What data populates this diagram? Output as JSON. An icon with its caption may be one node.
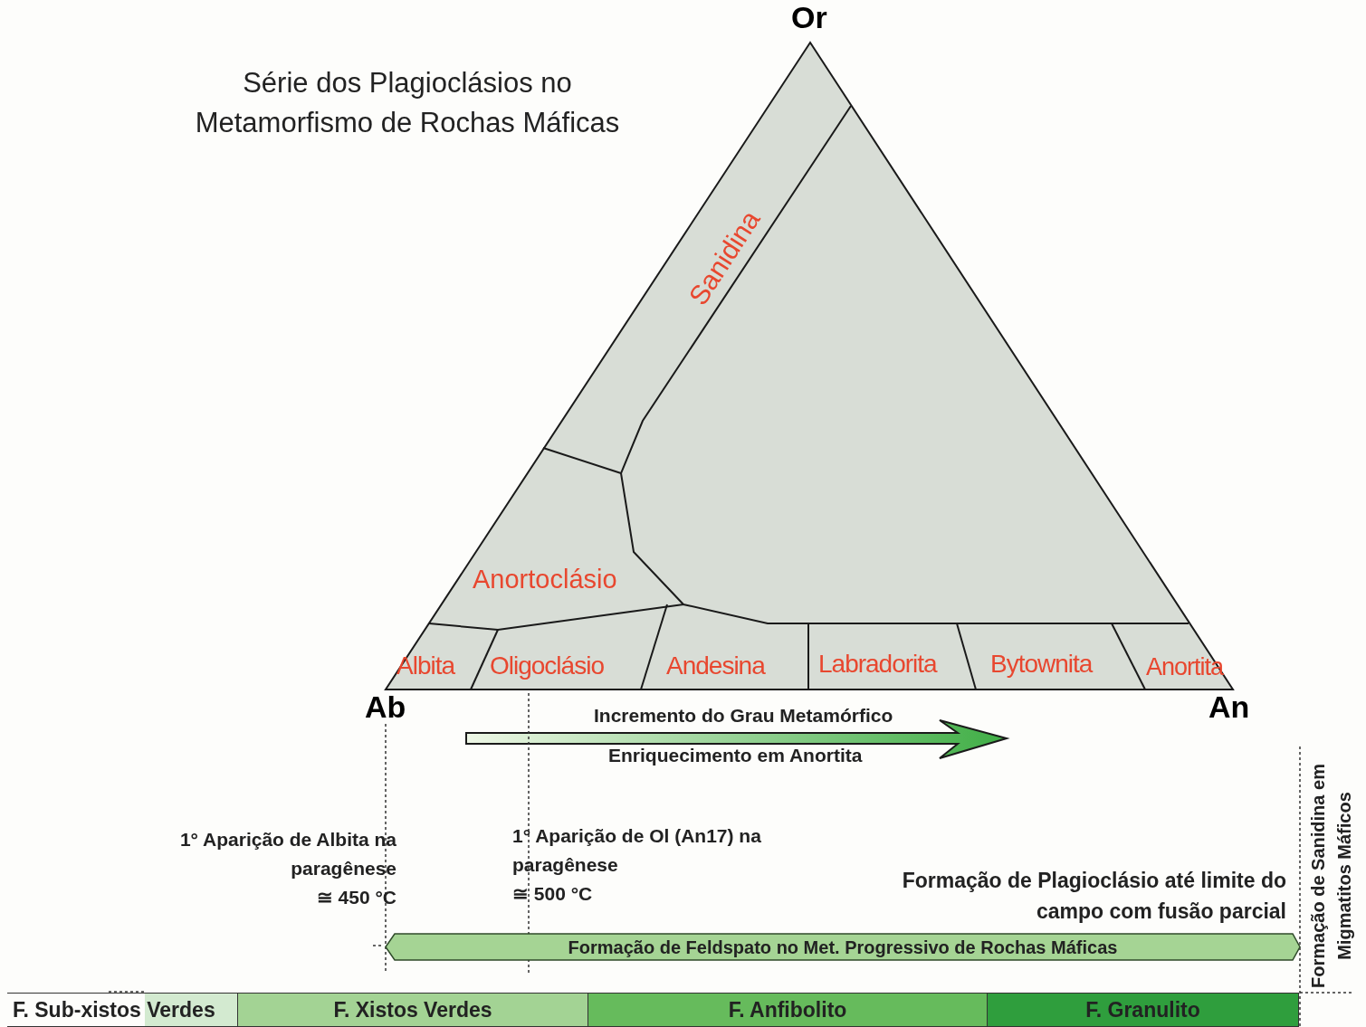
{
  "diagram": {
    "title": "Série dos Plagioclásios no Metamorfismo de Rochas Máficas",
    "nodes": [
      {
        "text": [
          "Formação de Feldspato no Met. Progressivo de Rochas Máficas"
        ]
      },
      {
        "text": [
          "F. Sub-xistos Verdes"
        ]
      },
      {
        "text": [
          "F. Xistos Verdes"
        ]
      },
      {
        "text": [
          "F. Anfibolito"
        ]
      },
      {
        "text": [
          "F. Granulito"
        ]
      }
    ],
    "labels": [
      "Or",
      "Sanidina",
      "Anortoclásio",
      "Albita",
      "Oligoclásio",
      "Andesina",
      "Labradorita",
      "Bytownita",
      "Anortita",
      "Ab",
      "An",
      "Incremento do Grau Metamórfico",
      "Enriquecimento em Anortita",
      "1° Aparição de Albita na paragênese",
      "≅ 450 °C",
      "1° Aparição de Ol (An17) na paragênese",
      "≅ 500 °C",
      "Formação de Plagioclásio até limite do campo com fusão parcial",
      "Formação de Sanidina em Migmatitos Máficos"
    ]
  }
}
